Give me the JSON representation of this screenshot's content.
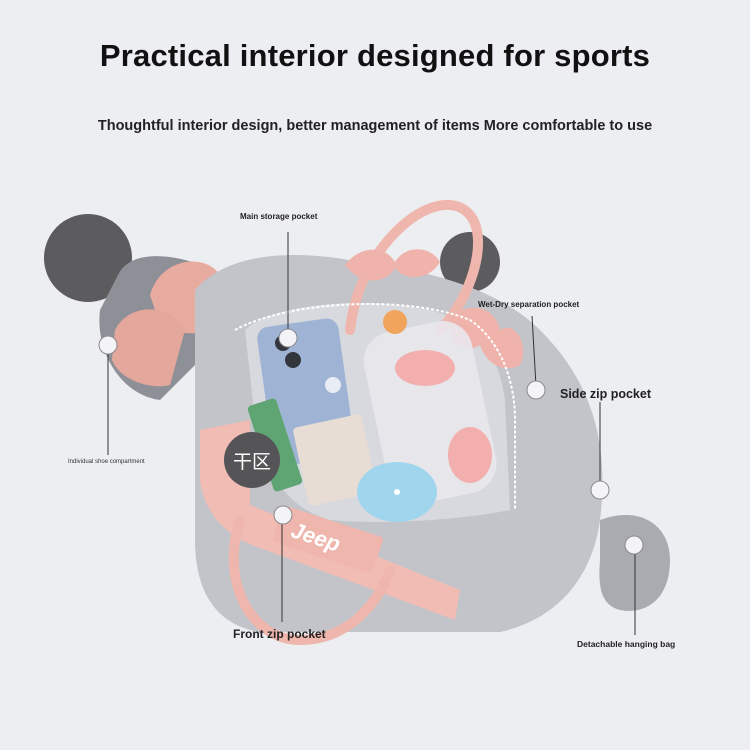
{
  "header": {
    "title": "Practical interior designed for sports",
    "subtitle": "Thoughtful interior design, better management of items More comfortable to use"
  },
  "callouts": {
    "main_storage": "Main storage pocket",
    "wet_dry": "Wet-Dry separation pocket",
    "side_zip": "Side zip pocket",
    "shoe_compartment": "Individual shoe compartment",
    "front_zip": "Front zip pocket",
    "hanging_bag": "Detachable hanging bag",
    "dry_zone_badge": "干区"
  },
  "brand": {
    "logo_text": "Jeep"
  },
  "colors": {
    "background": "#edeef2",
    "bag_gray": "#bfc1c6",
    "accent_pink": "#f1bcb4",
    "dark_circle": "#5a5a5c"
  }
}
